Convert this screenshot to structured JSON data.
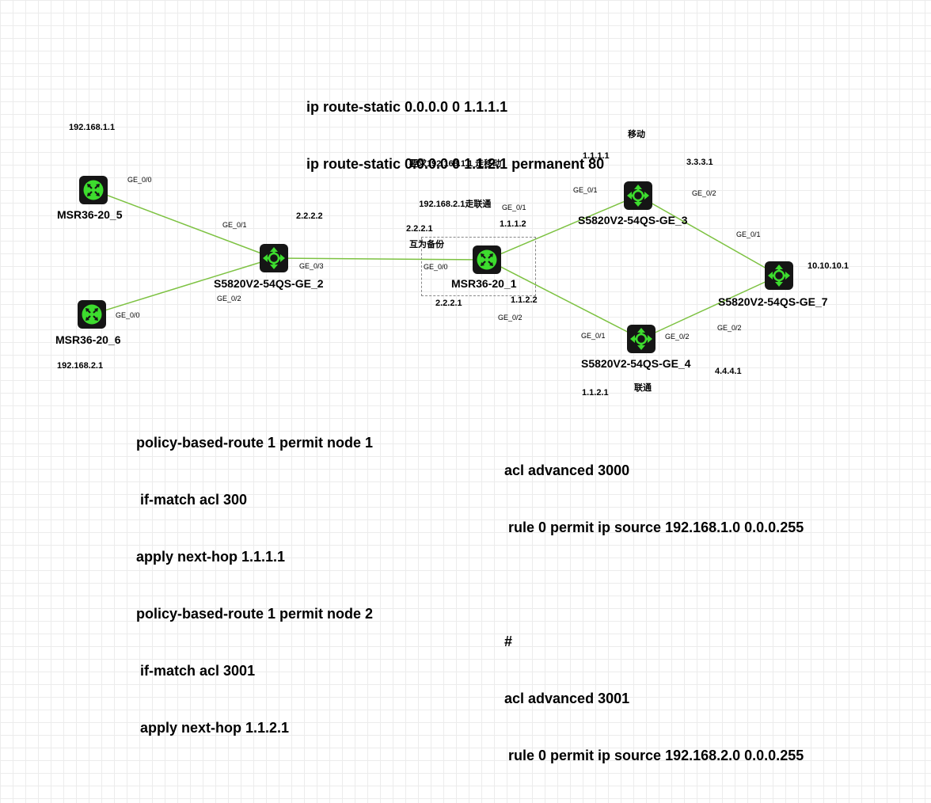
{
  "static_routes": [
    "ip route-static 0.0.0.0 0 1.1.1.1",
    "ip route-static 0.0.0.0 0 1.1.2.1 permanent 80"
  ],
  "requirement_note": [
    "要求192.168.1.1 走移动",
    "    192.168.2.1走联通",
    "互为备份"
  ],
  "policy_config": [
    "policy-based-route 1 permit node 1",
    " if-match acl 300",
    "apply next-hop 1.1.1.1",
    "policy-based-route 1 permit node 2",
    " if-match acl 3001",
    " apply next-hop 1.1.2.1"
  ],
  "acl_config": [
    "acl advanced 3000",
    " rule 0 permit ip source 192.168.1.0 0.0.0.255",
    "",
    "#",
    "acl advanced 3001",
    " rule 0 permit ip source 192.168.2.0 0.0.0.255"
  ],
  "devices": {
    "msr5": {
      "name": "MSR36-20_5",
      "type": "router"
    },
    "msr6": {
      "name": "MSR36-20_6",
      "type": "router"
    },
    "sw2": {
      "name": "S5820V2-54QS-GE_2",
      "type": "switch"
    },
    "msr1": {
      "name": "MSR36-20_1",
      "type": "router"
    },
    "sw3": {
      "name": "S5820V2-54QS-GE_3",
      "type": "switch"
    },
    "sw4": {
      "name": "S5820V2-54QS-GE_4",
      "type": "switch"
    },
    "sw7": {
      "name": "S5820V2-54QS-GE_7",
      "type": "switch"
    }
  },
  "ip_labels": {
    "msr5_ip": "192.168.1.1",
    "msr6_ip": "192.168.2.1",
    "sw2_ip": "2.2.2.2",
    "msr1_ip_top": "2.2.2.1",
    "msr1_ip_bottom": "2.2.2.1",
    "msr1_up": "1.1.1.2",
    "msr1_down": "1.1.2.2",
    "sw3_ip": "1.1.1.1",
    "sw3_right": "3.3.3.1",
    "sw4_ip": "1.1.2.1",
    "sw4_right": "4.4.4.1",
    "sw7_ip": "10.10.10.1"
  },
  "isp_labels": {
    "mobile": "移动",
    "unicom": "联通"
  },
  "ports": {
    "msr5_ge0": "GE_0/0",
    "sw2_ge1": "GE_0/1",
    "sw2_ge3": "GE_0/3",
    "sw2_ge2": "GE_0/2",
    "msr6_ge0": "GE_0/0",
    "msr1_ge0": "GE_0/0",
    "msr1_ge1": "GE_0/1",
    "msr1_ge2": "GE_0/2",
    "sw3_ge1": "GE_0/1",
    "sw3_ge2": "GE_0/2",
    "sw7_ge1": "GE_0/1",
    "sw7_ge2": "GE_0/2",
    "sw4_ge1": "GE_0/1",
    "sw4_ge2": "GE_0/2"
  },
  "colors": {
    "link": "#7dc242",
    "device_body": "#151515",
    "device_icon": "#3ddc2e"
  }
}
